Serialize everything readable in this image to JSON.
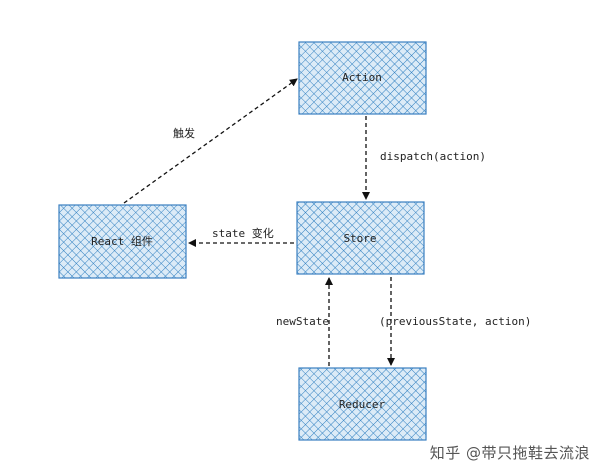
{
  "nodes": {
    "action": "Action",
    "store": "Store",
    "react": "React 组件",
    "reducer": "Reducer"
  },
  "edges": {
    "react_to_action": "触发",
    "action_to_store": "dispatch(action)",
    "store_to_react": "state 变化",
    "reducer_to_store": "newState",
    "store_to_reducer": "(previousState, action)"
  },
  "watermark": "知乎 @带只拖鞋去流浪",
  "colors": {
    "hatch": "#2f7fc0",
    "node_fill": "#dcebf7",
    "node_border": "#3a7fc0",
    "arrow": "#111111"
  }
}
